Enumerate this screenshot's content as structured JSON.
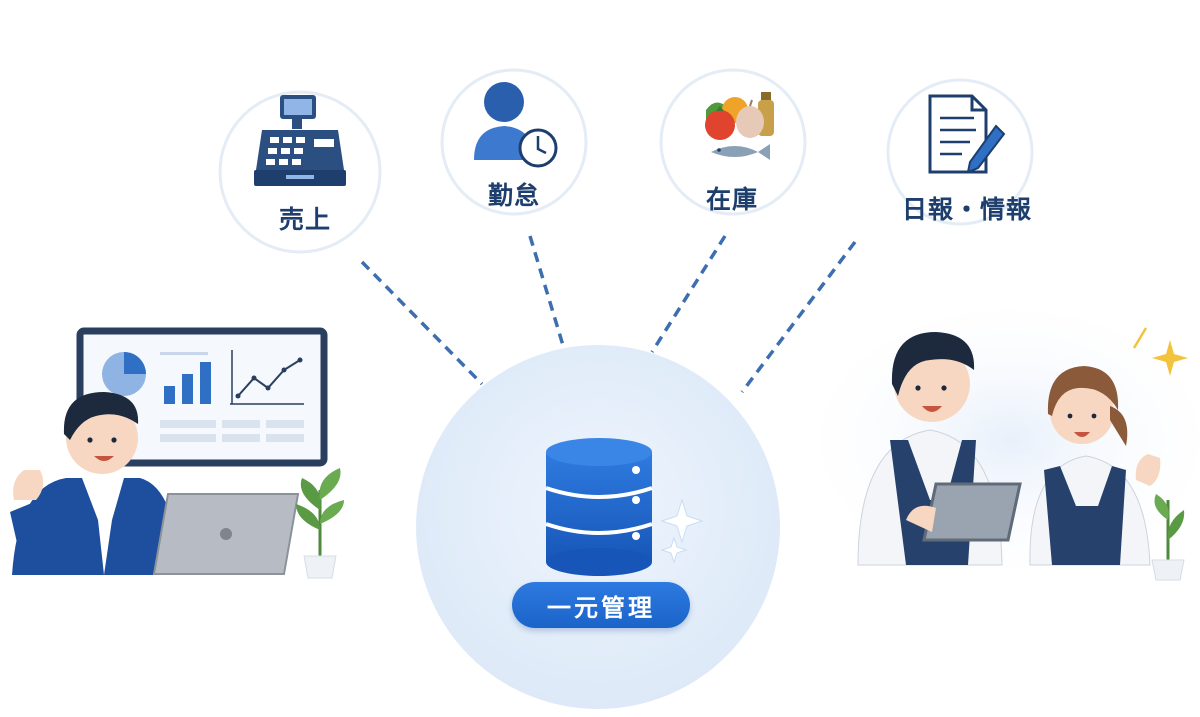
{
  "nodes": {
    "sales": {
      "label": "売上",
      "icon": "cash-register-icon"
    },
    "attendance": {
      "label": "勤怠",
      "icon": "person-clock-icon"
    },
    "inventory": {
      "label": "在庫",
      "icon": "groceries-icon"
    },
    "reports": {
      "label": "日報・情報",
      "icon": "document-pen-icon"
    }
  },
  "hub": {
    "label": "一元管理",
    "icon": "database-icon"
  },
  "colors": {
    "accent": "#1b63c9",
    "label_text": "#1e3f6e",
    "connector": "#3d6fb0",
    "hub_circle": "#e6f0fb"
  }
}
